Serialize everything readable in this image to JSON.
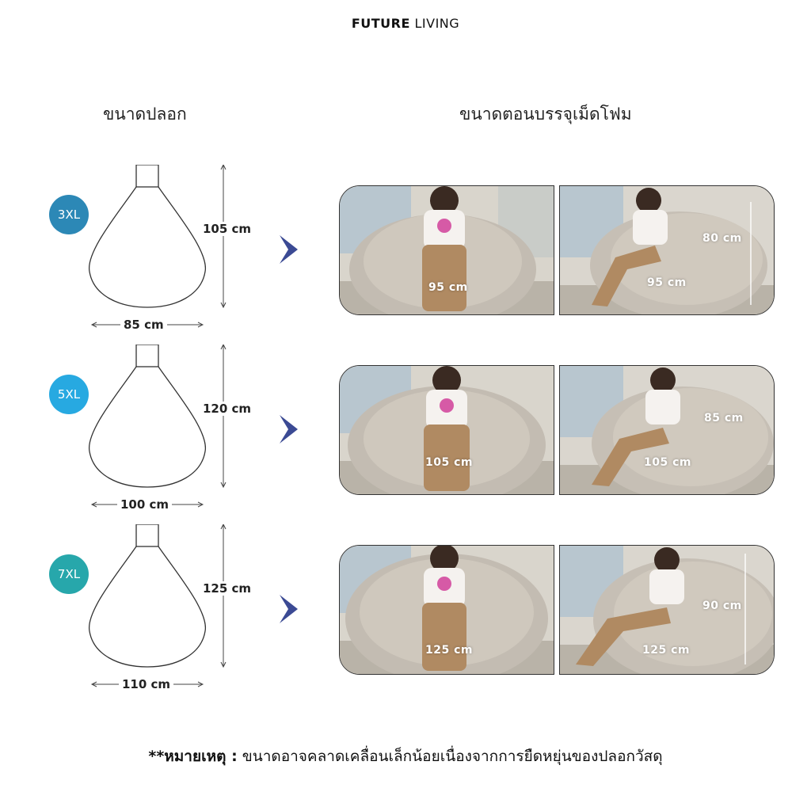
{
  "brand": {
    "bold": "FUTURE",
    "rest": "LIVING"
  },
  "headers": {
    "cover_size": "ขนาดปลอก",
    "filled_size": "ขนาดตอนบรรจุเม็ดโฟม"
  },
  "rows": [
    {
      "size": "3XL",
      "color": "#2c88b6",
      "height": "105 cm",
      "width": "85 cm",
      "front_width": "95 cm",
      "side_height": "80 cm",
      "side_width": "95 cm"
    },
    {
      "size": "5XL",
      "color": "#27a9e1",
      "height": "120 cm",
      "width": "100 cm",
      "front_width": "105 cm",
      "side_height": "85 cm",
      "side_width": "105 cm"
    },
    {
      "size": "7XL",
      "color": "#27a7ab",
      "height": "125 cm",
      "width": "110 cm",
      "front_width": "125 cm",
      "side_height": "90 cm",
      "side_width": "125 cm"
    }
  ],
  "note": {
    "prefix": "**หมายเหตุ :",
    "text": "ขนาดอาจคลาดเคลื่อนเล็กน้อยเนื่องจากการยืดหยุ่นของปลอกวัสดุ"
  },
  "icons": {
    "next": "chevron-right-icon"
  }
}
